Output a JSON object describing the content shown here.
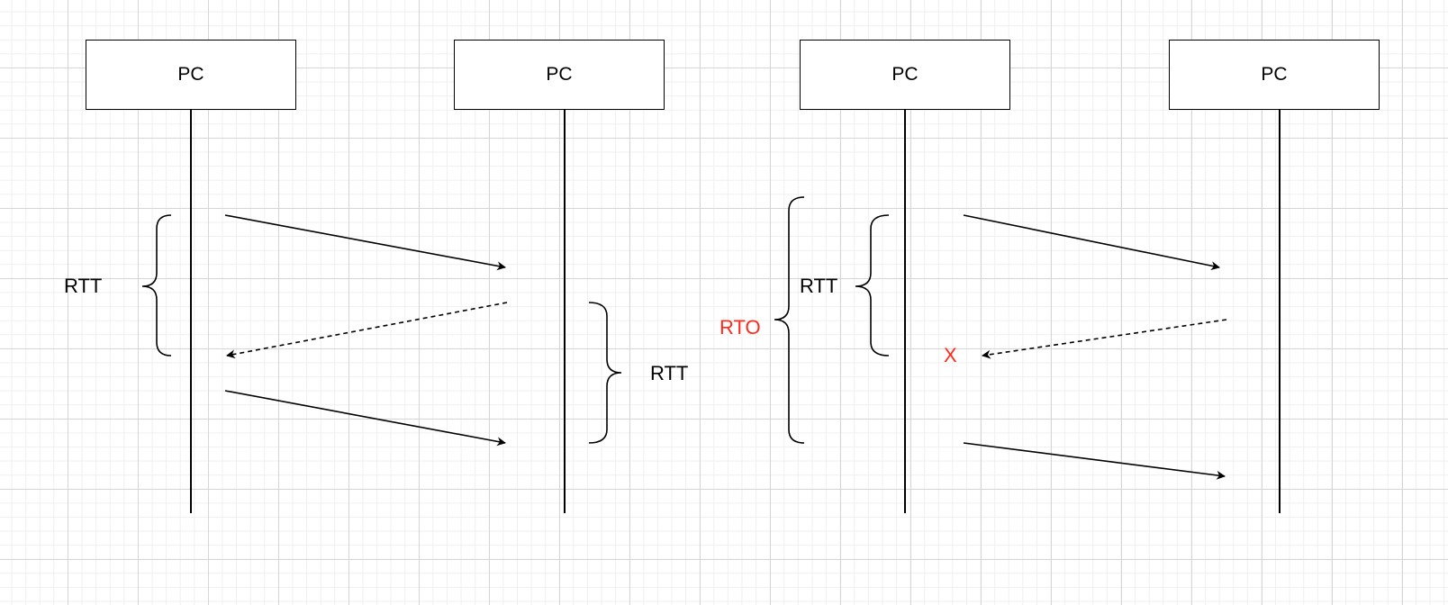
{
  "colors": {
    "stroke": "#000000",
    "highlight": "#ff2a1a"
  },
  "diagram": {
    "nodes": [
      {
        "id": "pc-1",
        "label": "PC"
      },
      {
        "id": "pc-2",
        "label": "PC"
      },
      {
        "id": "pc-3",
        "label": "PC"
      },
      {
        "id": "pc-4",
        "label": "PC"
      }
    ],
    "labels": {
      "rtt_left": "RTT",
      "rtt_middle": "RTT",
      "rto": "RTO",
      "rtt_right": "RTT",
      "loss_marker": "X"
    }
  }
}
